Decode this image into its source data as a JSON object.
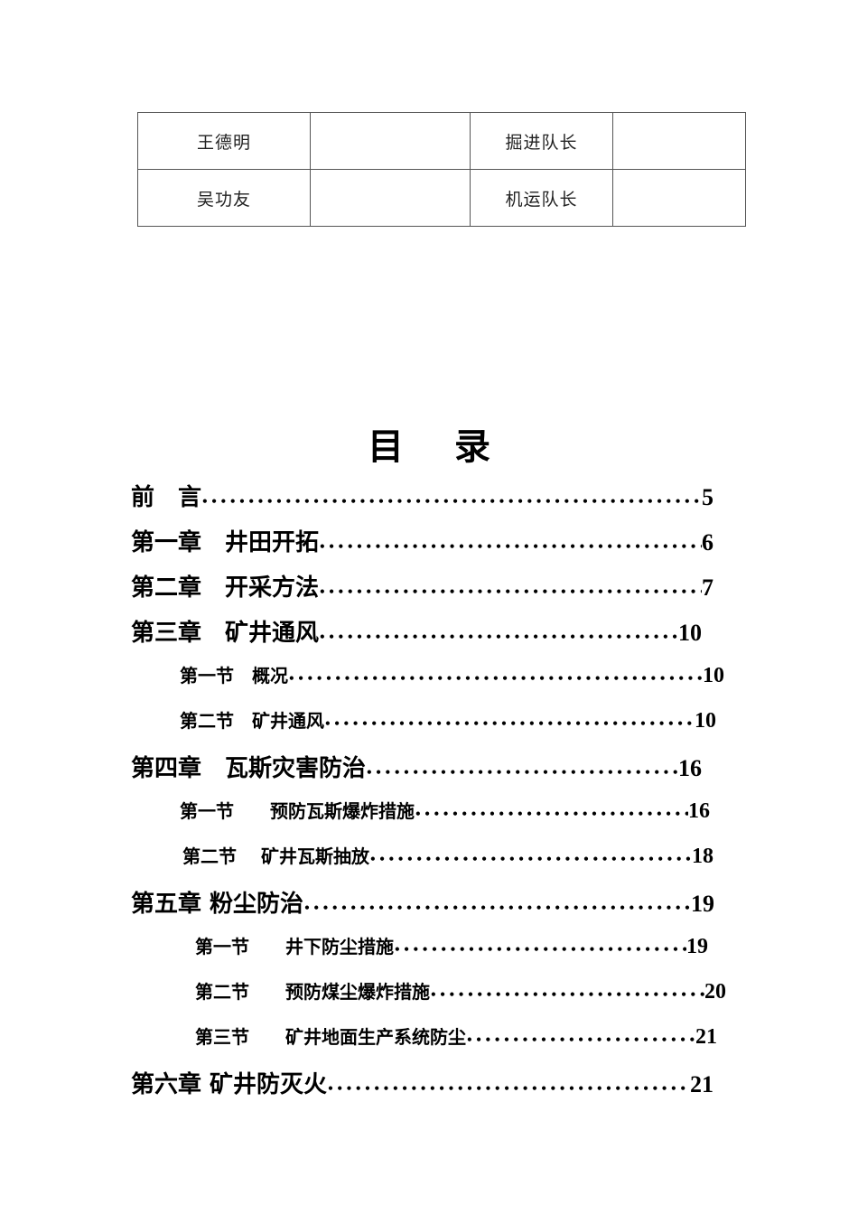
{
  "signature_table": {
    "rows": [
      {
        "name": "王德明",
        "signature": "",
        "position": "掘进队长",
        "remark": ""
      },
      {
        "name": "吴功友",
        "signature": "",
        "position": "机运队长",
        "remark": ""
      }
    ]
  },
  "toc": {
    "title_char_1": "目",
    "title_char_2": "录",
    "entries": [
      {
        "level": "chapter",
        "label": "前　言",
        "page": "5"
      },
      {
        "level": "chapter",
        "label": "第一章　井田开拓",
        "page": "6"
      },
      {
        "level": "chapter",
        "label": "第二章　开采方法",
        "page": "7"
      },
      {
        "level": "chapter",
        "label": "第三章　矿井通风",
        "page": "10"
      },
      {
        "level": "section",
        "label": "第一节　概况",
        "page": "10"
      },
      {
        "level": "section",
        "label": "第二节　矿井通风",
        "page": "10"
      },
      {
        "level": "chapter",
        "label": "第四章　瓦斯灾害防治",
        "page": "16"
      },
      {
        "level": "section",
        "label": "第一节　　预防瓦斯爆炸措施",
        "page": "16"
      },
      {
        "level": "section",
        "label": "第二节　 矿井瓦斯抽放",
        "page": "18"
      },
      {
        "level": "chapter",
        "label": "第五章 粉尘防治",
        "page": "19"
      },
      {
        "level": "section",
        "label": "第一节　　井下防尘措施",
        "page": "19"
      },
      {
        "level": "section",
        "label": "第二节　　预防煤尘爆炸措施",
        "page": "20"
      },
      {
        "level": "section",
        "label": "第三节　　矿井地面生产系统防尘",
        "page": "21"
      },
      {
        "level": "chapter",
        "label": "第六章 矿井防灭火",
        "page": "21"
      }
    ]
  }
}
